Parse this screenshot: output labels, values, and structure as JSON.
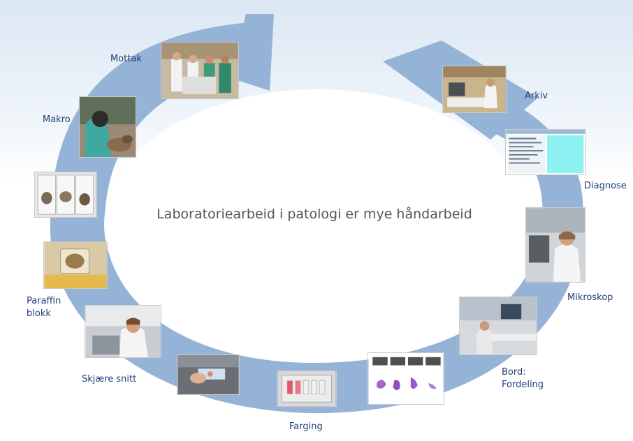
{
  "center_title": "Laboratoriearbeid i patologi er mye håndarbeid",
  "colors": {
    "ring": "#95b3d7",
    "label": "#1f3f7a",
    "title": "#555555"
  },
  "steps": [
    {
      "label": "Mottak",
      "image": "staff-with-cart-photo"
    },
    {
      "label": "Makro",
      "image": "macro-dissection-photo"
    },
    {
      "label": "",
      "image": "tissue-cassettes-photo"
    },
    {
      "label": "Paraffin\nblokk",
      "image": "paraffin-block-photo"
    },
    {
      "label": "Skjære snitt",
      "image": "microtome-cutting-photo"
    },
    {
      "label": "",
      "image": "section-on-slide-photo"
    },
    {
      "label": "Farging",
      "image": "staining-rack-photo"
    },
    {
      "label": "",
      "image": "stained-slides-photo"
    },
    {
      "label": "Bord:\nFordeling",
      "image": "distribution-desk-photo"
    },
    {
      "label": "Mikroskop",
      "image": "microscope-photo"
    },
    {
      "label": "Diagnose",
      "image": "diagnosis-screen-photo"
    },
    {
      "label": "Arkiv",
      "image": "archive-photo"
    }
  ]
}
